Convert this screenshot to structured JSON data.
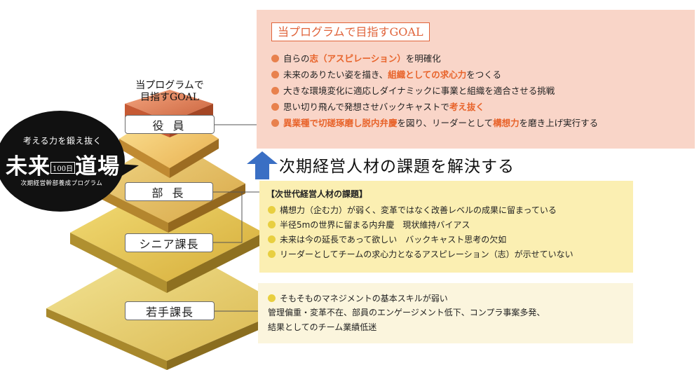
{
  "logo": {
    "tagline": "考える力を鍛え抜く",
    "name_left": "未来",
    "badge": "100日",
    "name_right": "道場",
    "subtitle": "次期経営幹部養成プログラム"
  },
  "pyramid": {
    "goal_caption_line1": "当プログラムで",
    "goal_caption_line2": "目指すGOAL",
    "levels": [
      {
        "label": "役 員"
      },
      {
        "label": "部 長"
      },
      {
        "label": "シニア課長"
      },
      {
        "label": "若手課長"
      }
    ]
  },
  "goal_panel": {
    "title": "当プログラムで目指すGOAL",
    "items": [
      {
        "pre": "自らの",
        "hl": "志（アスピレーション）",
        "post": "を明確化"
      },
      {
        "pre": "未来のありたい姿を描き、",
        "hl": "組織としての求心力",
        "post": "をつくる"
      },
      {
        "pre": "大きな環境変化に適応しダイナミックに事業と組織を適合させる挑戦",
        "hl": "",
        "post": ""
      },
      {
        "pre": "思い切り飛んで発想させバックキャストで",
        "hl": "考え抜く",
        "post": ""
      },
      {
        "pre": "",
        "hl": "異業種で切磋琢磨し脱内弁慶",
        "post": "を図り、リーダーとして",
        "hl2": "構想力",
        "post2": "を磨き上げ実行する"
      }
    ]
  },
  "headline": "次期経営人材の課題を解決する",
  "issues_panel": {
    "title": "【次世代経営人材の課題】",
    "items": [
      "構想力（企む力）が弱く、変革ではなく改善レベルの成果に留まっている",
      "半径5mの世界に留まる内弁慶　現状維持バイアス",
      "未来は今の延長であって欲しい　バックキャスト思考の欠如",
      "リーダーとしてチームの求心力となるアスピレーション（志）が示せていない"
    ]
  },
  "basic_panel": {
    "item": "そもそものマネジメントの基本スキルが弱い",
    "line1": "管理偏重・変革不在、部員のエンゲージメント低下、コンプラ事案多発、",
    "line2": "結果としてのチーム業績低迷"
  },
  "colors": {
    "accent_orange": "#e8632a",
    "goal_bg": "#f9d5c8",
    "issues_bg": "#fbefb2",
    "basic_bg": "#fbf5dd",
    "arrow_blue": "#3a6fc4"
  }
}
